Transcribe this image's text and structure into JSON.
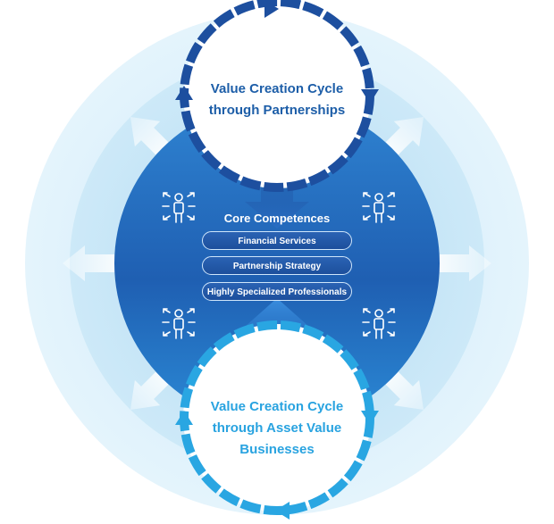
{
  "cycles": {
    "top": {
      "line1": "Value Creation Cycle",
      "line2": "through Partnerships"
    },
    "bottom": {
      "line1": "Value Creation Cycle",
      "line2": "through Asset Value",
      "line3": "Businesses"
    }
  },
  "core": {
    "title": "Core Competences",
    "items": [
      "Financial Services",
      "Partnership Strategy",
      "Highly Specialized Professionals"
    ]
  },
  "icons": [
    "person-network-icon",
    "person-network-icon",
    "person-network-icon",
    "person-network-icon"
  ],
  "colors": {
    "outer_ring": "#dcf0fb",
    "middle_ring": "#c3e3f6",
    "core_dark": "#1e55a8",
    "core_light": "#2e8fd8",
    "cycle_top": "#1e4f9e",
    "cycle_bottom": "#2aa6e2",
    "pill_border": "#cfe6fb"
  }
}
